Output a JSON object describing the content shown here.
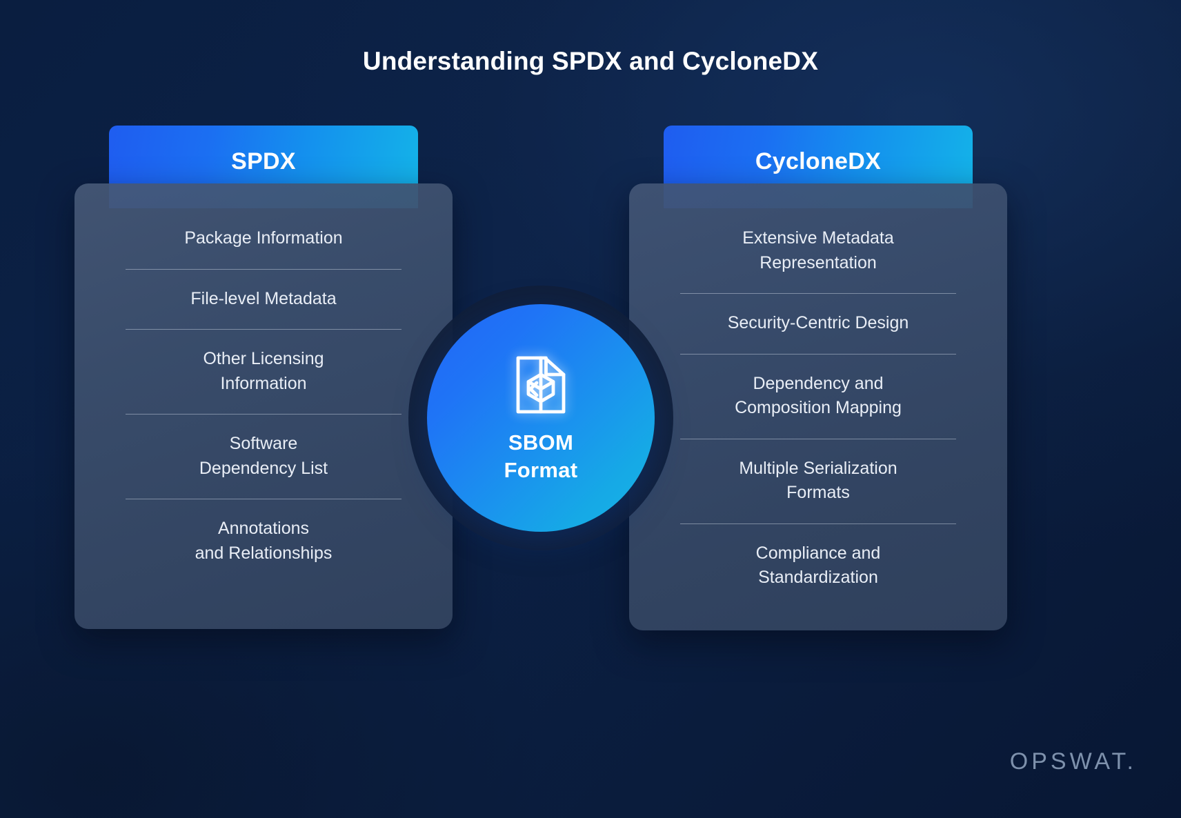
{
  "page": {
    "title": "Understanding SPDX and CycloneDX",
    "background_color": "#0b1f41"
  },
  "center": {
    "icon_name": "sbom-document-cube-icon",
    "label": "SBOM\nFormat",
    "accent_start": "#2166f5",
    "accent_end": "#18b6e4"
  },
  "columns": [
    {
      "id": "spdx",
      "header": "SPDX",
      "features": [
        "Package Information",
        "File-level Metadata",
        "Other Licensing\nInformation",
        "Software\nDependency List",
        "Annotations\nand Relationships"
      ]
    },
    {
      "id": "cyclonedx",
      "header": "CycloneDX",
      "features": [
        "Extensive Metadata\nRepresentation",
        "Security-Centric Design",
        "Dependency and\nComposition Mapping",
        "Multiple Serialization\nFormats",
        "Compliance and\nStandardization"
      ]
    }
  ],
  "brand": {
    "logo_text": "OPSWAT.",
    "logo_color": "#7e91ac"
  }
}
